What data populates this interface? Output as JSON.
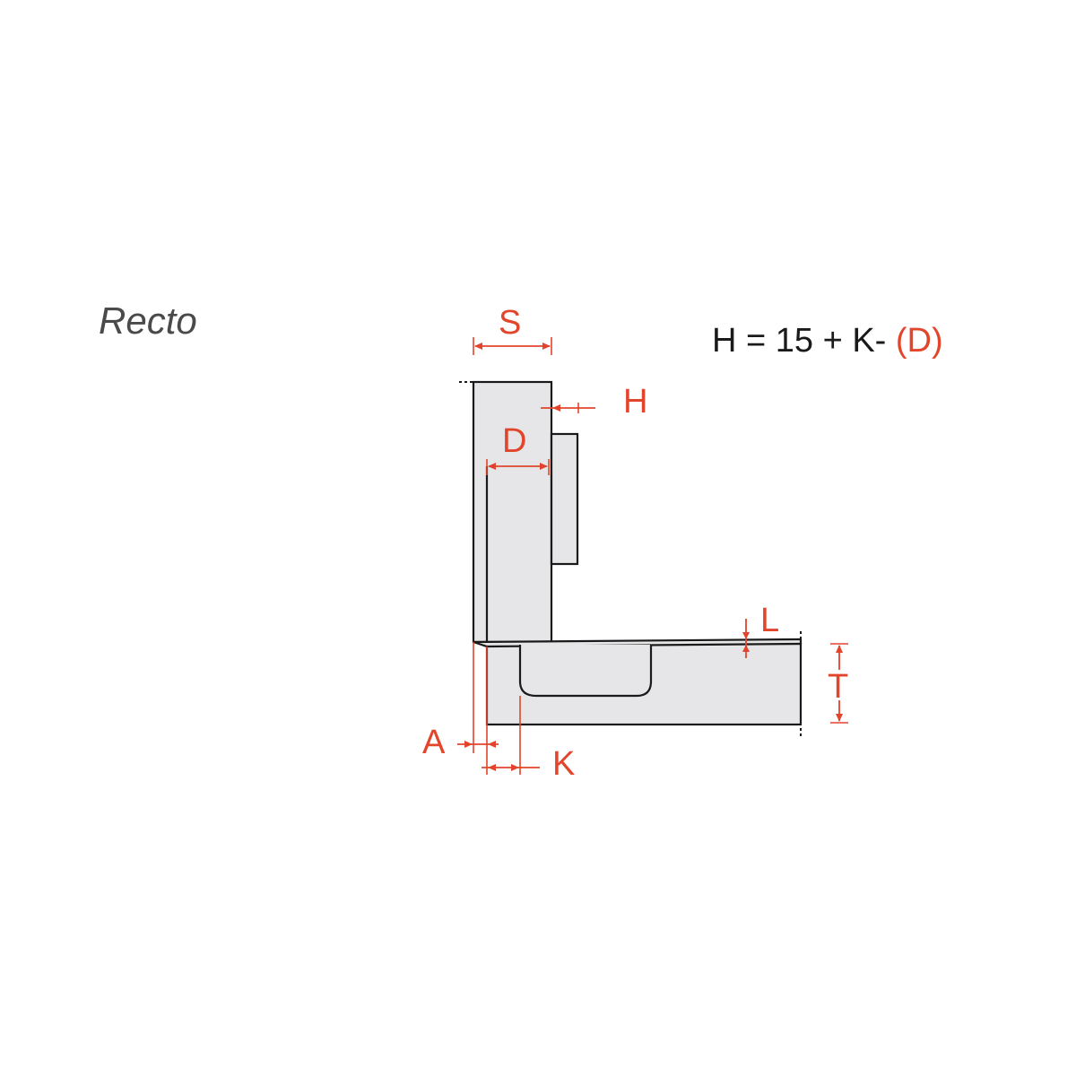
{
  "title": "Recto",
  "formula": {
    "main": "H = 15 + K- ",
    "accent": "(D)"
  },
  "dimensions": {
    "S": "S",
    "H": "H",
    "D": "D",
    "L": "L",
    "T": "T",
    "A": "A",
    "K": "K"
  },
  "colors": {
    "accent": "#e2452b",
    "part_fill": "#e6e6e8",
    "outline": "#1a1a1a",
    "title": "#4a4a4a"
  }
}
